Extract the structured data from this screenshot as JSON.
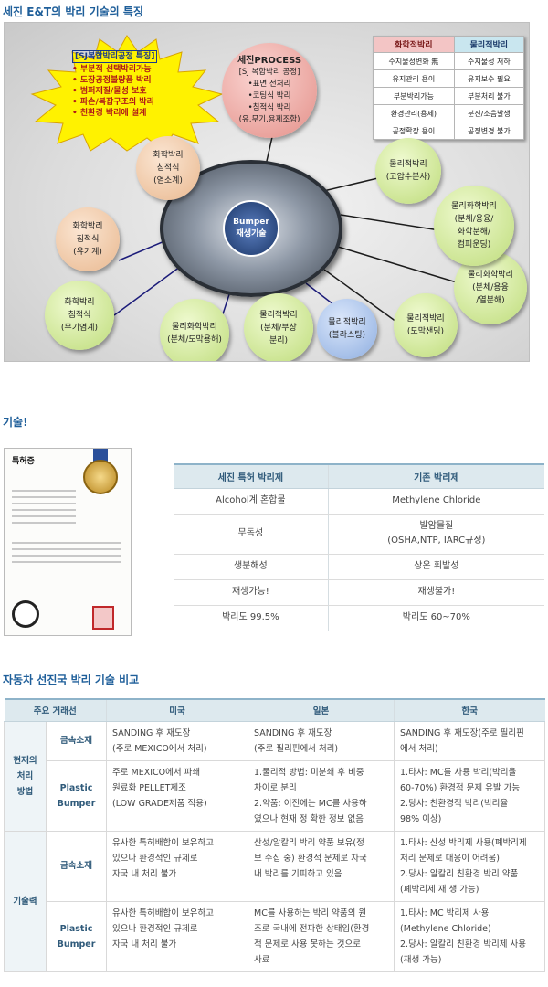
{
  "section1": {
    "title": "세진 E&T의 박리 기술의 특징",
    "burst": {
      "heading": "[SJ복합박리공정 특징]",
      "items": [
        "• 부분적 선택박리가능",
        "• 도장공정불량품 박리",
        "• 범퍼재질/물성 보호",
        "• 파손/복잡구조의 박리",
        "• 친환경 박리에 설계"
      ]
    },
    "process_bubble": [
      "세진PROCESS",
      "[SJ 복합박리 공정]",
      "•표면 전처리",
      "•코팅식 박리",
      "•침적식 박리",
      "(유,무기,용제조합)"
    ],
    "center": [
      "Bumper",
      "재생기술"
    ],
    "legend": {
      "headers": [
        "화학적박리",
        "물리적박리"
      ],
      "rows": [
        [
          "수지물성변화 無",
          "수지물성 저하"
        ],
        [
          "유지관리 용이",
          "유지보수 필요"
        ],
        [
          "부분박리가능",
          "부분처리 불가"
        ],
        [
          "환경관리(용제)",
          "분진/소음발생"
        ],
        [
          "공정확장 용이",
          "공정변경 불가"
        ]
      ]
    },
    "bubbles": [
      {
        "lines": [
          "화학박리",
          "침적식",
          "(염소계)"
        ]
      },
      {
        "lines": [
          "화학박리",
          "침적식",
          "(유기계)"
        ]
      },
      {
        "lines": [
          "화학박리",
          "침적식",
          "(무기염계)"
        ]
      },
      {
        "lines": [
          "물리화학박리",
          "(분체/도막용해)"
        ]
      },
      {
        "lines": [
          "물리적박리",
          "(분체/부상",
          "분리)"
        ]
      },
      {
        "lines": [
          "물리적박리",
          "(블라스팅)"
        ]
      },
      {
        "lines": [
          "물리적박리",
          "(도막샌딩)"
        ]
      },
      {
        "lines": [
          "물리화학박리",
          "(분체/용융",
          "/열분해)"
        ]
      },
      {
        "lines": [
          "물리화학박리",
          "(분체/용융/",
          "화학분해/",
          "컴피운딩)"
        ]
      },
      {
        "lines": [
          "물리적박리",
          "(고압수분사)"
        ]
      }
    ]
  },
  "section2": {
    "title": "기술!",
    "certificate": {
      "title": "특허증"
    },
    "table": {
      "headers": [
        "세진 특허 박리제",
        "기존 박리제"
      ],
      "rows": [
        [
          "Alcohol계 혼합물",
          "Methylene Chloride"
        ],
        [
          "무독성",
          "발암물질\n(OSHA,NTP, IARC규정)"
        ],
        [
          "생분해성",
          "상온 휘발성"
        ],
        [
          "재생가능!",
          "재생불가!"
        ],
        [
          "박리도 99.5%",
          "박리도 60~70%"
        ]
      ]
    }
  },
  "section3": {
    "title": "자동차 선진국 박리 기술 비교",
    "headers": [
      "주요 거래선",
      "미국",
      "일본",
      "한국"
    ],
    "groups": [
      {
        "label": "현재의\n처리\n방법",
        "rows": [
          {
            "sub": "금속소재",
            "cells": [
              [
                "SANDING 후 재도장",
                "(주로 MEXICO에서 처리)"
              ],
              [
                "SANDING 후 재도장",
                "(주로 필리핀에서 처리)"
              ],
              [
                "SANDING 후 재도장(주로 필리핀",
                "에서 처리)"
              ]
            ]
          },
          {
            "sub": "Plastic\nBumper",
            "cells": [
              [
                "주로 MEXICO에서 파쇄",
                "원료화 PELLET제조",
                "(LOW GRADE제품 적용)"
              ],
              [
                "1.물리적 방법: 미분쇄 후 비중",
                "차이로 분리",
                "2.약품: 이전에는 MC를 사용하",
                "였으나 현재 정 확한 정보 없음"
              ],
              [
                "1.타사: MC를 사용 박리(박리율",
                "60-70%) 환경적 문제 유발 가능",
                "2.당사: 친환경적 박리(박리율",
                "98% 이상)"
              ]
            ]
          }
        ]
      },
      {
        "label": "기술력",
        "rows": [
          {
            "sub": "금속소재",
            "cells": [
              [
                "유사한 특허배합이 보유하고",
                "있으나 환경적인 규제로",
                "자국 내 처리 불가"
              ],
              [
                "산성/알칼리 박리 약품 보유(정",
                "보 수집 중) 환경적 문제로 자국",
                "내 박리를 기피하고 있음"
              ],
              [
                "1.타사: 산성 박리제 사용(폐박리제",
                "처리 문제로 대응이 어려움)",
                "2.당사: 알칼리 친환경 박리 약품",
                "(폐박리제 재 생 가능)"
              ]
            ]
          },
          {
            "sub": "Plastic\nBumper",
            "cells": [
              [
                "유사한 특허배합이 보유하고",
                "있으나 환경적인 규제로",
                "자국 내 처리 불가"
              ],
              [
                "MC를 사용하는 박리 약품의 원",
                "조로 국내에 전파한 상태임(환경",
                "적 문제로 사용 못하는 것으로",
                "사료"
              ],
              [
                "1.타사: MC 박리제 사용",
                "(Methylene Chloride)",
                "2.당사: 알칼리 친환경 박리제 사용",
                "(재생 가능)"
              ]
            ]
          }
        ]
      }
    ]
  }
}
